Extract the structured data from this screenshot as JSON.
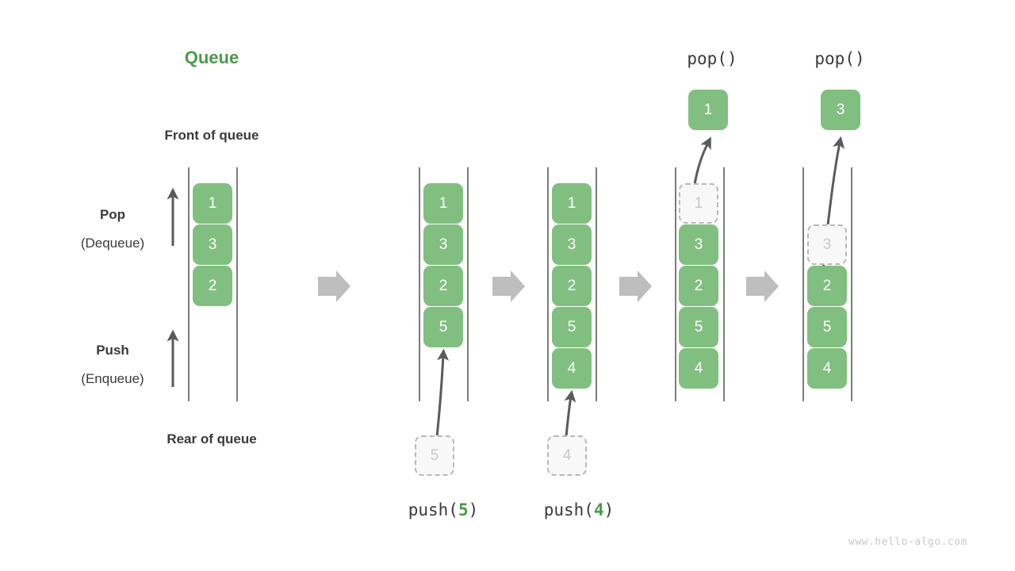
{
  "title": "Queue",
  "labels": {
    "front_of_queue": "Front of queue",
    "rear_of_queue": "Rear of queue",
    "pop_main": "Pop",
    "pop_sub": "(Dequeue)",
    "push_main": "Push",
    "push_sub": "(Enqueue)"
  },
  "watermark": "www.hello-algo.com",
  "colors": {
    "element_green": "#81bf81",
    "title_green": "#4a9a4d",
    "ghost_fill": "#f8f8f8",
    "ghost_border": "#b9b9b9",
    "ghost_text": "#c8c8c8",
    "rail_gray": "#5b5b5b",
    "arrow_gray": "#5b5b5b",
    "block_arrow_gray": "#bebebe",
    "text_dark": "#3a3a3a",
    "watermark_gray": "#c9c9c9"
  },
  "stages": [
    {
      "id": "initial",
      "op_label": "",
      "op_arg": "",
      "elements": [
        "1",
        "3",
        "2"
      ],
      "ghost_index": -1,
      "popped_value": "",
      "incoming_value": ""
    },
    {
      "id": "push-5",
      "op_label": "push(",
      "op_arg": "5",
      "op_close": ")",
      "elements": [
        "1",
        "3",
        "2",
        "5"
      ],
      "ghost_index": -1,
      "popped_value": "",
      "incoming_value": "5"
    },
    {
      "id": "push-4",
      "op_label": "push(",
      "op_arg": "4",
      "op_close": ")",
      "elements": [
        "1",
        "3",
        "2",
        "5",
        "4"
      ],
      "ghost_index": -1,
      "popped_value": "",
      "incoming_value": "4"
    },
    {
      "id": "pop-1",
      "op_label": "pop()",
      "op_arg": "",
      "elements": [
        "1",
        "3",
        "2",
        "5",
        "4"
      ],
      "ghost_index": 0,
      "popped_value": "1",
      "incoming_value": ""
    },
    {
      "id": "pop-2",
      "op_label": "pop()",
      "op_arg": "",
      "elements": [
        "3",
        "2",
        "5",
        "4"
      ],
      "ghost_index": 0,
      "popped_value": "3",
      "incoming_value": ""
    }
  ],
  "block_arrows_count": 4
}
